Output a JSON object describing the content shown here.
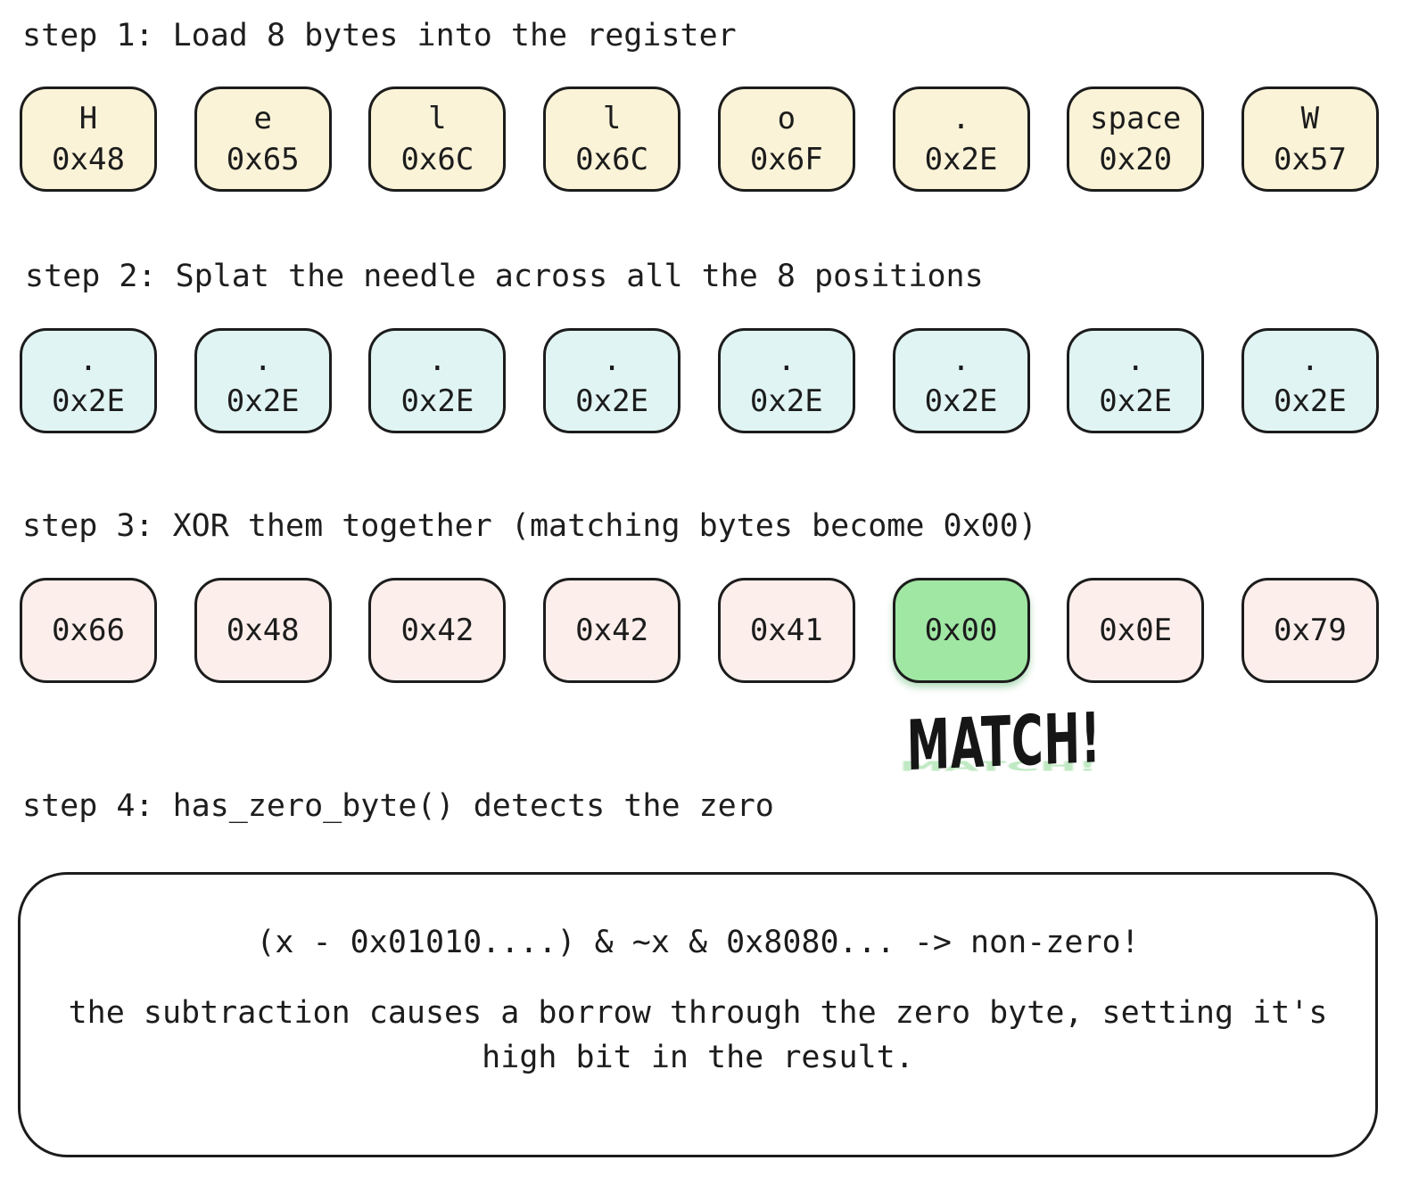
{
  "headings": {
    "step1": "step 1: Load 8 bytes into the register",
    "step2": "step 2: Splat the needle across all the 8 positions",
    "step3": "step 3: XOR them together (matching bytes become 0x00)",
    "step4": "step 4: has_zero_byte() detects the zero"
  },
  "haystack_row": [
    {
      "char": "H",
      "hex": "0x48"
    },
    {
      "char": "e",
      "hex": "0x65"
    },
    {
      "char": "l",
      "hex": "0x6C"
    },
    {
      "char": "l",
      "hex": "0x6C"
    },
    {
      "char": "o",
      "hex": "0x6F"
    },
    {
      "char": ".",
      "hex": "0x2E"
    },
    {
      "char": "space",
      "hex": "0x20"
    },
    {
      "char": "W",
      "hex": "0x57"
    }
  ],
  "needle_row": [
    {
      "char": ".",
      "hex": "0x2E"
    },
    {
      "char": ".",
      "hex": "0x2E"
    },
    {
      "char": ".",
      "hex": "0x2E"
    },
    {
      "char": ".",
      "hex": "0x2E"
    },
    {
      "char": ".",
      "hex": "0x2E"
    },
    {
      "char": ".",
      "hex": "0x2E"
    },
    {
      "char": ".",
      "hex": "0x2E"
    },
    {
      "char": ".",
      "hex": "0x2E"
    }
  ],
  "xor_row": [
    {
      "hex": "0x66",
      "match": false
    },
    {
      "hex": "0x48",
      "match": false
    },
    {
      "hex": "0x42",
      "match": false
    },
    {
      "hex": "0x42",
      "match": false
    },
    {
      "hex": "0x41",
      "match": false
    },
    {
      "hex": "0x00",
      "match": true
    },
    {
      "hex": "0x0E",
      "match": false
    },
    {
      "hex": "0x79",
      "match": false
    }
  ],
  "match_callout": "MATCH!",
  "zero_detect_box": {
    "formula": "(x - 0x01010....) & ~x & 0x8080... -> non-zero!",
    "explanation": "the subtraction causes a borrow through the zero byte, setting it's high bit in the result."
  },
  "colors": {
    "background": "#FFFFFF",
    "stroke": "#1C1C1C",
    "haystack_fill": "#FAF3D8",
    "needle_fill": "#E0F4F3",
    "xor_fill": "#FBEEEB",
    "match_fill": "#A0E7A4",
    "ghost_green": "#BFE9C2"
  }
}
